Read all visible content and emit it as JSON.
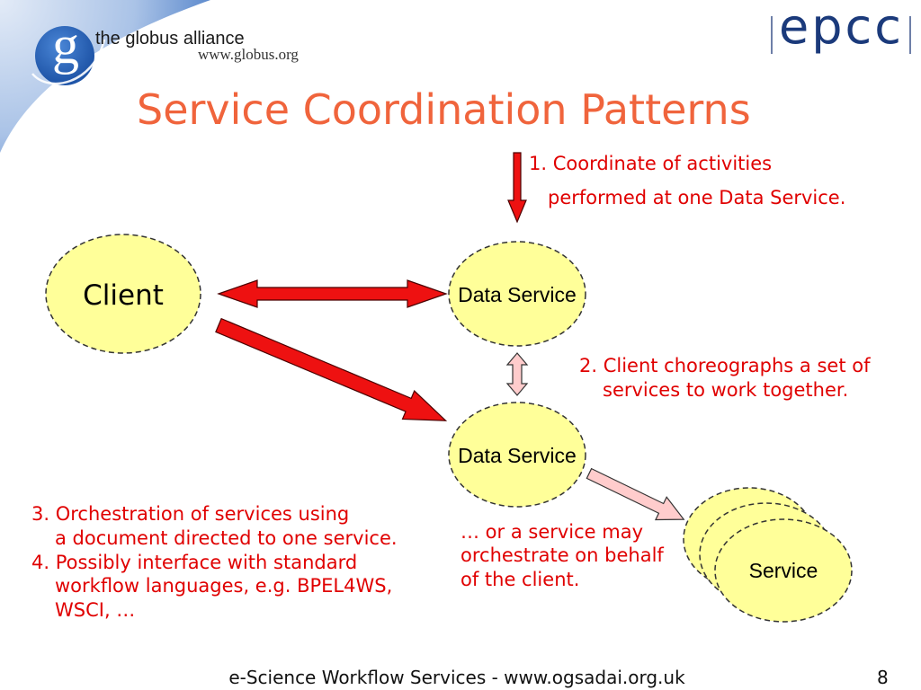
{
  "header": {
    "globus_logo_letter": "g",
    "globus_name": "the globus alliance",
    "globus_url": "www.globus.org",
    "epcc_logo_text": "epcc"
  },
  "slide": {
    "title": "Service Coordination Patterns",
    "page_number": "8"
  },
  "diagram": {
    "client_label": "Client",
    "data_service_top_label": "Data Service",
    "data_service_bottom_label": "Data Service",
    "service_label": "Service"
  },
  "annotations": {
    "coordinate": [
      "1. Coordinate of activities",
      "performed at one Data Service."
    ],
    "choreograph": [
      "2. Client choreographs a set of",
      "services to work together."
    ],
    "orchestration": [
      "3. Orchestration of services using",
      "a document directed to one service.",
      "4. Possibly interface with standard",
      "workflow languages, e.g. BPEL4WS,",
      "WSCI, …"
    ],
    "service_orchestrates": [
      "… or a service may",
      "orchestrate on behalf",
      "of the client."
    ]
  },
  "footer": {
    "text": "e-Science Workflow Services - www.ogsadai.org.uk"
  },
  "colors": {
    "title": "#F0643C",
    "annotation": "#E00000",
    "node_fill": "#FFFF99",
    "arrow_red": "#EE1111",
    "arrow_pink": "#FFCCCC",
    "epcc_blue": "#1B3A7B",
    "globus_blue": "#1F55A8"
  }
}
